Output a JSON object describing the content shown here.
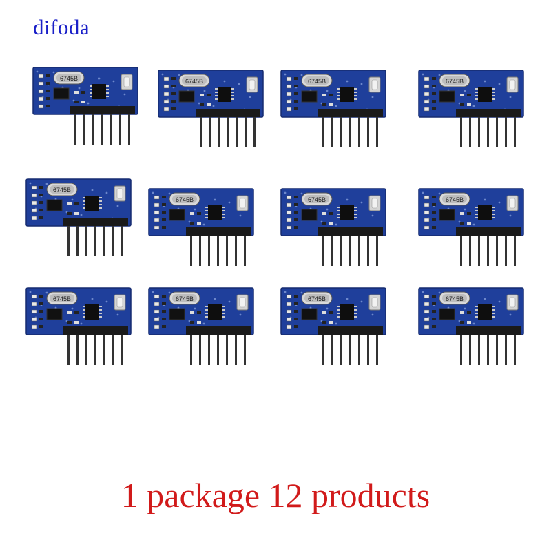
{
  "brand": {
    "text": "difoda"
  },
  "product": {
    "chip_label": "6745B",
    "quantity": 12,
    "board_color": "#1f3f9b",
    "pin_color": "#333333"
  },
  "caption": {
    "text": "1 package 12 products",
    "color": "#d11a1a"
  },
  "brand_color": "#1a20c8"
}
